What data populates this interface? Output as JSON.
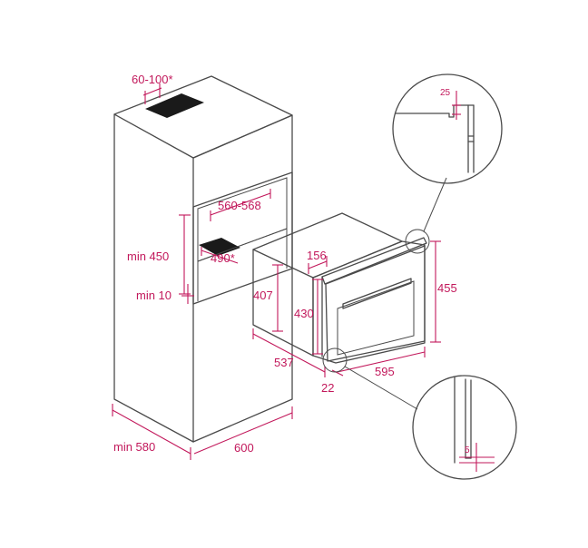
{
  "labels": {
    "vent": "60-100*",
    "width_niche": "560-568",
    "height_niche": "min 450",
    "depth_490": "490*",
    "gap_min10": "min 10",
    "oven_156": "156",
    "oven_407": "407",
    "oven_430": "430",
    "oven_455": "455",
    "oven_537": "537",
    "oven_595": "595",
    "oven_22": "22",
    "cab_depth": "min 580",
    "cab_width": "600",
    "detail_25": "25",
    "detail_5": "5"
  },
  "colors": {
    "line": "#4a4a4a",
    "dimension": "#c2185b",
    "cutout": "#1a1a1a"
  }
}
